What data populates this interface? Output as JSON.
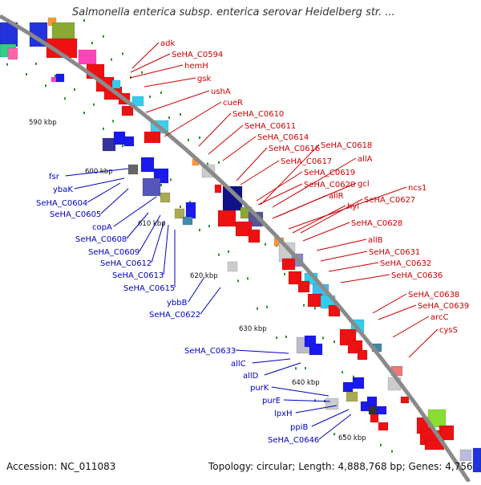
{
  "title": "Salmonella enterica subsp. enterica serovar Heidelberg str. ...",
  "footer": {
    "accession": "Accession: NC_011083",
    "topology": "Topology: circular; Length: 4,888,768 bp; Genes: 4,756"
  },
  "colors": {
    "backbone": "#8a8a8a",
    "forward_label": "#cc0000",
    "reverse_label": "#0000bb",
    "tick": "#2e8b2e",
    "gene_red": "#ee1111",
    "gene_blue": "#1a1aee"
  },
  "scale_labels": [
    {
      "id": "590",
      "label": "590 kbp"
    },
    {
      "id": "600",
      "label": "600 kbp"
    },
    {
      "id": "610",
      "label": "610 kbp"
    },
    {
      "id": "620",
      "label": "620 kbp"
    },
    {
      "id": "630",
      "label": "630 kbp"
    },
    {
      "id": "640",
      "label": "640 kbp"
    },
    {
      "id": "650",
      "label": "650 kbp"
    }
  ],
  "forward_genes": [
    {
      "id": "adk",
      "label": "adk"
    },
    {
      "id": "C0594",
      "label": "SeHA_C0594"
    },
    {
      "id": "hemH",
      "label": "hemH"
    },
    {
      "id": "gsk",
      "label": "gsk"
    },
    {
      "id": "ushA",
      "label": "ushA"
    },
    {
      "id": "cueR",
      "label": "cueR"
    },
    {
      "id": "C0610",
      "label": "SeHA_C0610"
    },
    {
      "id": "C0611",
      "label": "SeHA_C0611"
    },
    {
      "id": "C0614",
      "label": "SeHA_C0614"
    },
    {
      "id": "C0618",
      "label": "SeHA_C0618"
    },
    {
      "id": "C0616",
      "label": "SeHA_C0616"
    },
    {
      "id": "allA",
      "label": "allA"
    },
    {
      "id": "C0617",
      "label": "SeHA_C0617"
    },
    {
      "id": "C0619",
      "label": "SeHA_C0619"
    },
    {
      "id": "gcl",
      "label": "gcl"
    },
    {
      "id": "C0620",
      "label": "SeHA_C0620"
    },
    {
      "id": "ncs1",
      "label": "ncs1"
    },
    {
      "id": "allR",
      "label": "allR"
    },
    {
      "id": "C0627",
      "label": "SeHA_C0627"
    },
    {
      "id": "hyi",
      "label": "hyi"
    },
    {
      "id": "C0628",
      "label": "SeHA_C0628"
    },
    {
      "id": "allB",
      "label": "allB"
    },
    {
      "id": "C0631",
      "label": "SeHA_C0631"
    },
    {
      "id": "C0632",
      "label": "SeHA_C0632"
    },
    {
      "id": "C0636",
      "label": "SeHA_C0636"
    },
    {
      "id": "C0638",
      "label": "SeHA_C0638"
    },
    {
      "id": "C0639",
      "label": "SeHA_C0639"
    },
    {
      "id": "arcC",
      "label": "arcC"
    },
    {
      "id": "cysS",
      "label": "cysS"
    }
  ],
  "reverse_genes": [
    {
      "id": "fsr",
      "label": "fsr"
    },
    {
      "id": "ybaK",
      "label": "ybaK"
    },
    {
      "id": "C0604",
      "label": "SeHA_C0604"
    },
    {
      "id": "C0605",
      "label": "SeHA_C0605"
    },
    {
      "id": "copA",
      "label": "copA"
    },
    {
      "id": "C0608",
      "label": "SeHA_C0608"
    },
    {
      "id": "C0609",
      "label": "SeHA_C0609"
    },
    {
      "id": "C0612",
      "label": "SeHA_C0612"
    },
    {
      "id": "C0613",
      "label": "SeHA_C0613"
    },
    {
      "id": "C0615",
      "label": "SeHA_C0615"
    },
    {
      "id": "ybbB",
      "label": "ybbB"
    },
    {
      "id": "C0622",
      "label": "SeHA_C0622"
    },
    {
      "id": "C0633",
      "label": "SeHA_C0633"
    },
    {
      "id": "allC",
      "label": "allC"
    },
    {
      "id": "allD",
      "label": "allD"
    },
    {
      "id": "purK",
      "label": "purK"
    },
    {
      "id": "purE",
      "label": "purE"
    },
    {
      "id": "lpxH",
      "label": "lpxH"
    },
    {
      "id": "ppiB",
      "label": "ppiB"
    },
    {
      "id": "C0646",
      "label": "SeHA_C0646"
    }
  ]
}
